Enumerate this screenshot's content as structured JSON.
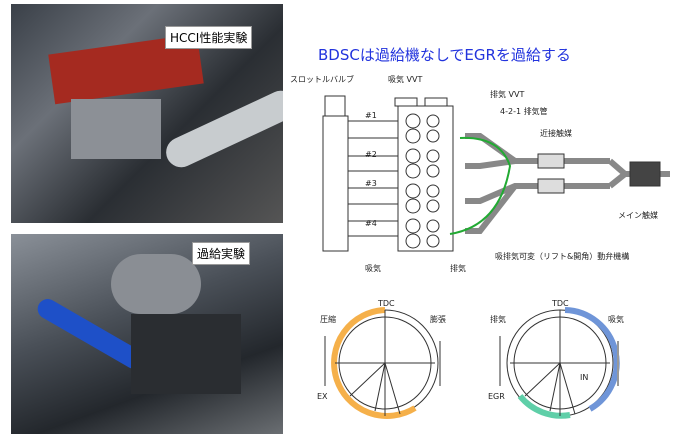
{
  "photos": {
    "top_label": "HCCI性能実験",
    "bottom_label": "過給実験"
  },
  "title": "BDSCは過給機なしでEGRを過給する",
  "engine_diagram": {
    "throttle": "スロットルバルブ",
    "intake_vvt": "吸気 VVT",
    "exhaust_vvt": "排気 VVT",
    "manifold": "4-2-1 排気管",
    "close_cat": "近接触媒",
    "main_cat": "メイン触媒",
    "valve_system": "吸排気可変（リフト&開角）動弁機構",
    "intake": "吸気",
    "exhaust": "排気",
    "cylinders": [
      "#1",
      "#2",
      "#3",
      "#4"
    ]
  },
  "cycle_diagrams": {
    "left": {
      "tdc": "TDC",
      "compression": "圧縮",
      "expansion": "膨張",
      "ex": "EX"
    },
    "right": {
      "tdc": "TDC",
      "exhaust": "排気",
      "intake": "吸気",
      "in": "IN",
      "egr": "EGR"
    }
  },
  "colors": {
    "title": "#2233dd",
    "ex_arc": "#f5b04a",
    "in_arc": "#6f95d8",
    "egr_arc": "#5fcfa8",
    "egr_path": "#22aa33"
  }
}
